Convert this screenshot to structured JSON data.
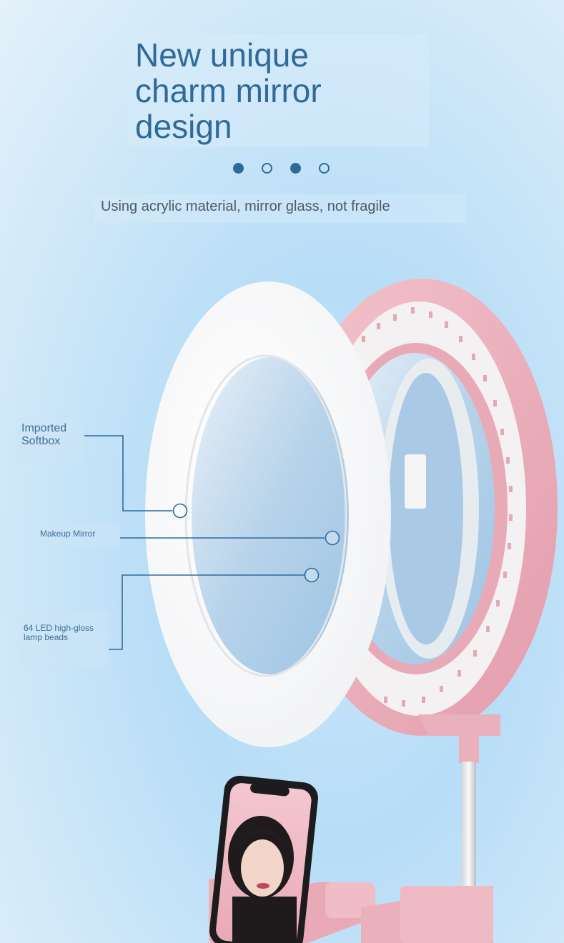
{
  "header": {
    "title": "New unique\ncharm mirror\ndesign",
    "subtitle": "Using acrylic material, mirror glass, not fragile"
  },
  "pagination": {
    "dots": [
      {
        "filled": true
      },
      {
        "filled": false
      },
      {
        "filled": true
      },
      {
        "filled": false
      }
    ]
  },
  "callouts": {
    "softbox": "Imported\nSoftbox",
    "mirror": "Makeup Mirror",
    "led": "64 LED high-gloss\nlamp beads"
  },
  "colors": {
    "accent": "#2f6a9b",
    "ring_pink": "#eab0bb",
    "softbox_white": "#fdfdfd",
    "background": "#c9e6fb"
  }
}
